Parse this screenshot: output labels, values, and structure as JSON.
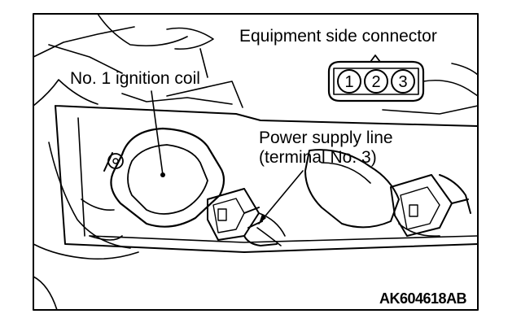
{
  "labels": {
    "connector_title": "Equipment side connector",
    "coil": "No. 1 ignition coil",
    "power_line_1": "Power supply line",
    "power_line_2": "(terminal No. 3)",
    "figure_code": "AK604618AB"
  },
  "connector_pins": [
    "1",
    "2",
    "3"
  ],
  "colors": {
    "ink": "#000000",
    "paper": "#ffffff"
  }
}
